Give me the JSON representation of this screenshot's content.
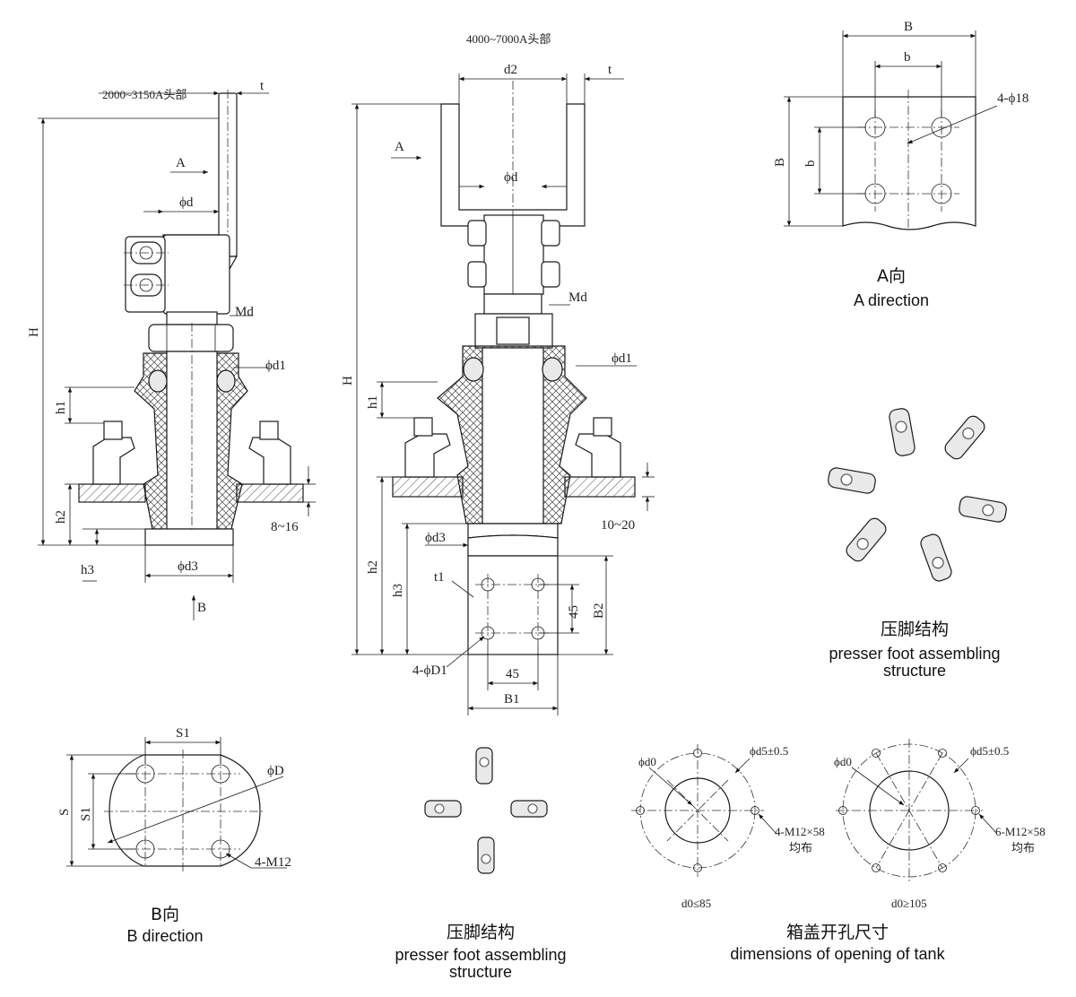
{
  "view1": {
    "head_label": "2000~3150A头部",
    "t": "t",
    "A": "A",
    "phi_d": "ϕd",
    "Md": "Md",
    "phi_d1": "ϕd1",
    "H": "H",
    "h1": "h1",
    "h2": "h2",
    "h3": "h3",
    "phi_d3": "ϕd3",
    "thickness_range": "8~16",
    "B": "B"
  },
  "view2": {
    "head_label": "4000~7000A头部",
    "d2": "d2",
    "t": "t",
    "A": "A",
    "phi_d": "ϕd",
    "Md": "Md",
    "phi_d1": "ϕd1",
    "H": "H",
    "h1": "h1",
    "h2": "h2",
    "h3": "h3",
    "phi_d3": "ϕd3",
    "thickness_range": "10~20",
    "t1": "t1",
    "dim_45_v": "45",
    "B2": "B2",
    "holes": "4-ϕD1",
    "dim_45_h": "45",
    "B1": "B1"
  },
  "a_direction": {
    "B": "B",
    "b": "b",
    "holes": "4-ϕ18",
    "caption_zh": "A向",
    "caption_en": "A direction"
  },
  "presser_top": {
    "caption_zh": "压脚结构",
    "caption_en_1": "presser  foot  assembling",
    "caption_en_2": "structure"
  },
  "b_direction": {
    "S1_h": "S1",
    "S": "S",
    "S1_v": "S1",
    "phi_D": "ϕD",
    "M12": "4-M12",
    "caption_zh": "B向",
    "caption_en": "B direction"
  },
  "presser_bottom": {
    "caption_zh": "压脚结构",
    "caption_en_1": "presser  foot  assembling",
    "caption_en_2": "structure"
  },
  "tank": {
    "left_d0": "ϕd0",
    "left_d5": "ϕd5±0.5",
    "left_bolts": "4-M12×58",
    "left_even": "均布",
    "left_cond": "d0≤85",
    "right_d0": "ϕd0",
    "right_d5": "ϕd5±0.5",
    "right_bolts": "6-M12×58",
    "right_even": "均布",
    "right_cond": "d0≥105",
    "caption_zh": "箱盖开孔尺寸",
    "caption_en": "dimensions of opening of tank"
  }
}
